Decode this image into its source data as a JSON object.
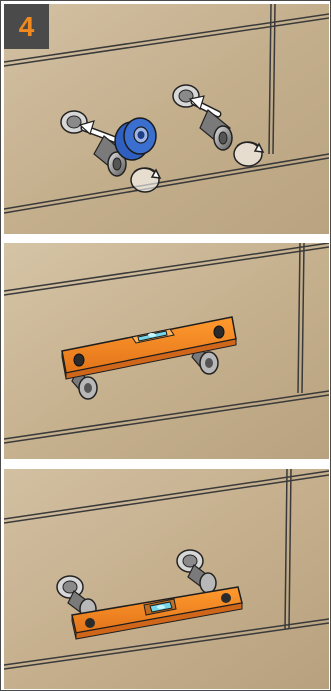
{
  "step": {
    "number": "4"
  },
  "colors": {
    "badge_background": "#4a4a4a",
    "badge_text": "#f08a1e",
    "tile": "#c9b595",
    "level": "#f08a1e",
    "spacer_blue": "#3a6fd0",
    "bubble": "#74d6e8"
  },
  "panels": [
    {
      "icons": [
        "wall-tile",
        "wall-plug",
        "blue-spacer-nut",
        "screw-anchor",
        "push-arrow",
        "rotate-arrow"
      ]
    },
    {
      "icons": [
        "wall-tile",
        "screw-anchor",
        "orange-spirit-level",
        "level-bubble"
      ]
    },
    {
      "icons": [
        "wall-tile",
        "wall-plug",
        "screw-anchor",
        "orange-spirit-level",
        "level-bubble"
      ]
    }
  ]
}
